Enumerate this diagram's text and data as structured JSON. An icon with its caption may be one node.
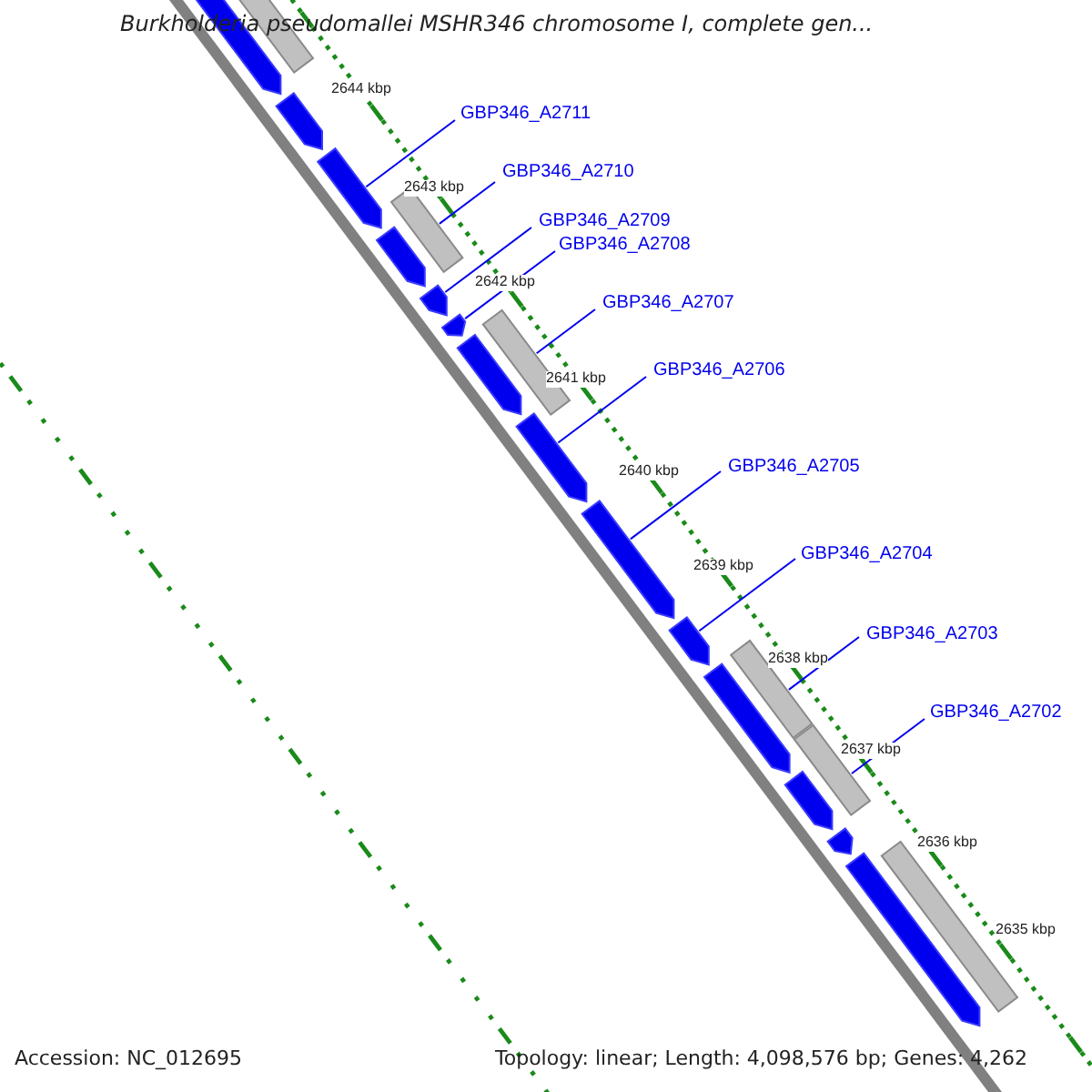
{
  "diagram": {
    "title": "Burkholderia pseudomallei MSHR346 chromosome I, complete gen...",
    "nodes": [
      {
        "text": [
          "GBP346_A2711"
        ]
      },
      {
        "text": [
          "GBP346_A2710"
        ]
      },
      {
        "text": [
          "GBP346_A2709"
        ]
      },
      {
        "text": [
          "GBP346_A2708"
        ]
      },
      {
        "text": [
          "GBP346_A2707"
        ]
      },
      {
        "text": [
          "GBP346_A2706"
        ]
      },
      {
        "text": [
          "GBP346_A2705"
        ]
      },
      {
        "text": [
          "GBP346_A2704"
        ]
      },
      {
        "text": [
          "GBP346_A2703"
        ]
      },
      {
        "text": [
          "GBP346_A2702"
        ]
      },
      {
        "text": [],
        "shape": "arrow"
      },
      {
        "text": [],
        "shape": "bar"
      },
      {
        "text": [],
        "shape": "arrow"
      },
      {
        "text": [],
        "shape": "arrow"
      },
      {
        "text": [],
        "shape": "bar"
      },
      {
        "text": [],
        "shape": "arrow"
      },
      {
        "text": [],
        "shape": "arrow"
      },
      {
        "text": [],
        "shape": "arrow"
      },
      {
        "text": [],
        "shape": "bar"
      },
      {
        "text": [],
        "shape": "arrow"
      },
      {
        "text": [],
        "shape": "arrow"
      },
      {
        "text": [],
        "shape": "arrow"
      },
      {
        "text": [],
        "shape": "arrow"
      },
      {
        "text": [],
        "shape": "bar"
      },
      {
        "text": [],
        "shape": "arrow"
      },
      {
        "text": [],
        "shape": "bar"
      },
      {
        "text": [],
        "shape": "arrow"
      },
      {
        "text": [],
        "shape": "arrow"
      },
      {
        "text": [],
        "shape": "arrow"
      },
      {
        "text": [],
        "shape": "bar"
      }
    ],
    "edges": [
      {
        "from": 0,
        "to": 13,
        "arrow": "none"
      },
      {
        "from": 1,
        "to": 14,
        "arrow": "none"
      },
      {
        "from": 2,
        "to": 16,
        "arrow": "none"
      },
      {
        "from": 3,
        "to": 17,
        "arrow": "none"
      },
      {
        "from": 4,
        "to": 18,
        "arrow": "none"
      },
      {
        "from": 5,
        "to": 20,
        "arrow": "none"
      },
      {
        "from": 6,
        "to": 21,
        "arrow": "none"
      },
      {
        "from": 7,
        "to": 22,
        "arrow": "none"
      },
      {
        "from": 8,
        "to": 23,
        "arrow": "none"
      },
      {
        "from": 9,
        "to": 25,
        "arrow": "none"
      }
    ],
    "labels": [
      "2644 kbp",
      "2643 kbp",
      "2642 kbp",
      "2641 kbp",
      "2640 kbp",
      "2639 kbp",
      "2638 kbp",
      "2637 kbp",
      "2636 kbp",
      "2635 kbp",
      "Accession: NC_012695",
      "Topology: linear; Length: 4,098,576 bp; Genes: 4,262"
    ]
  }
}
